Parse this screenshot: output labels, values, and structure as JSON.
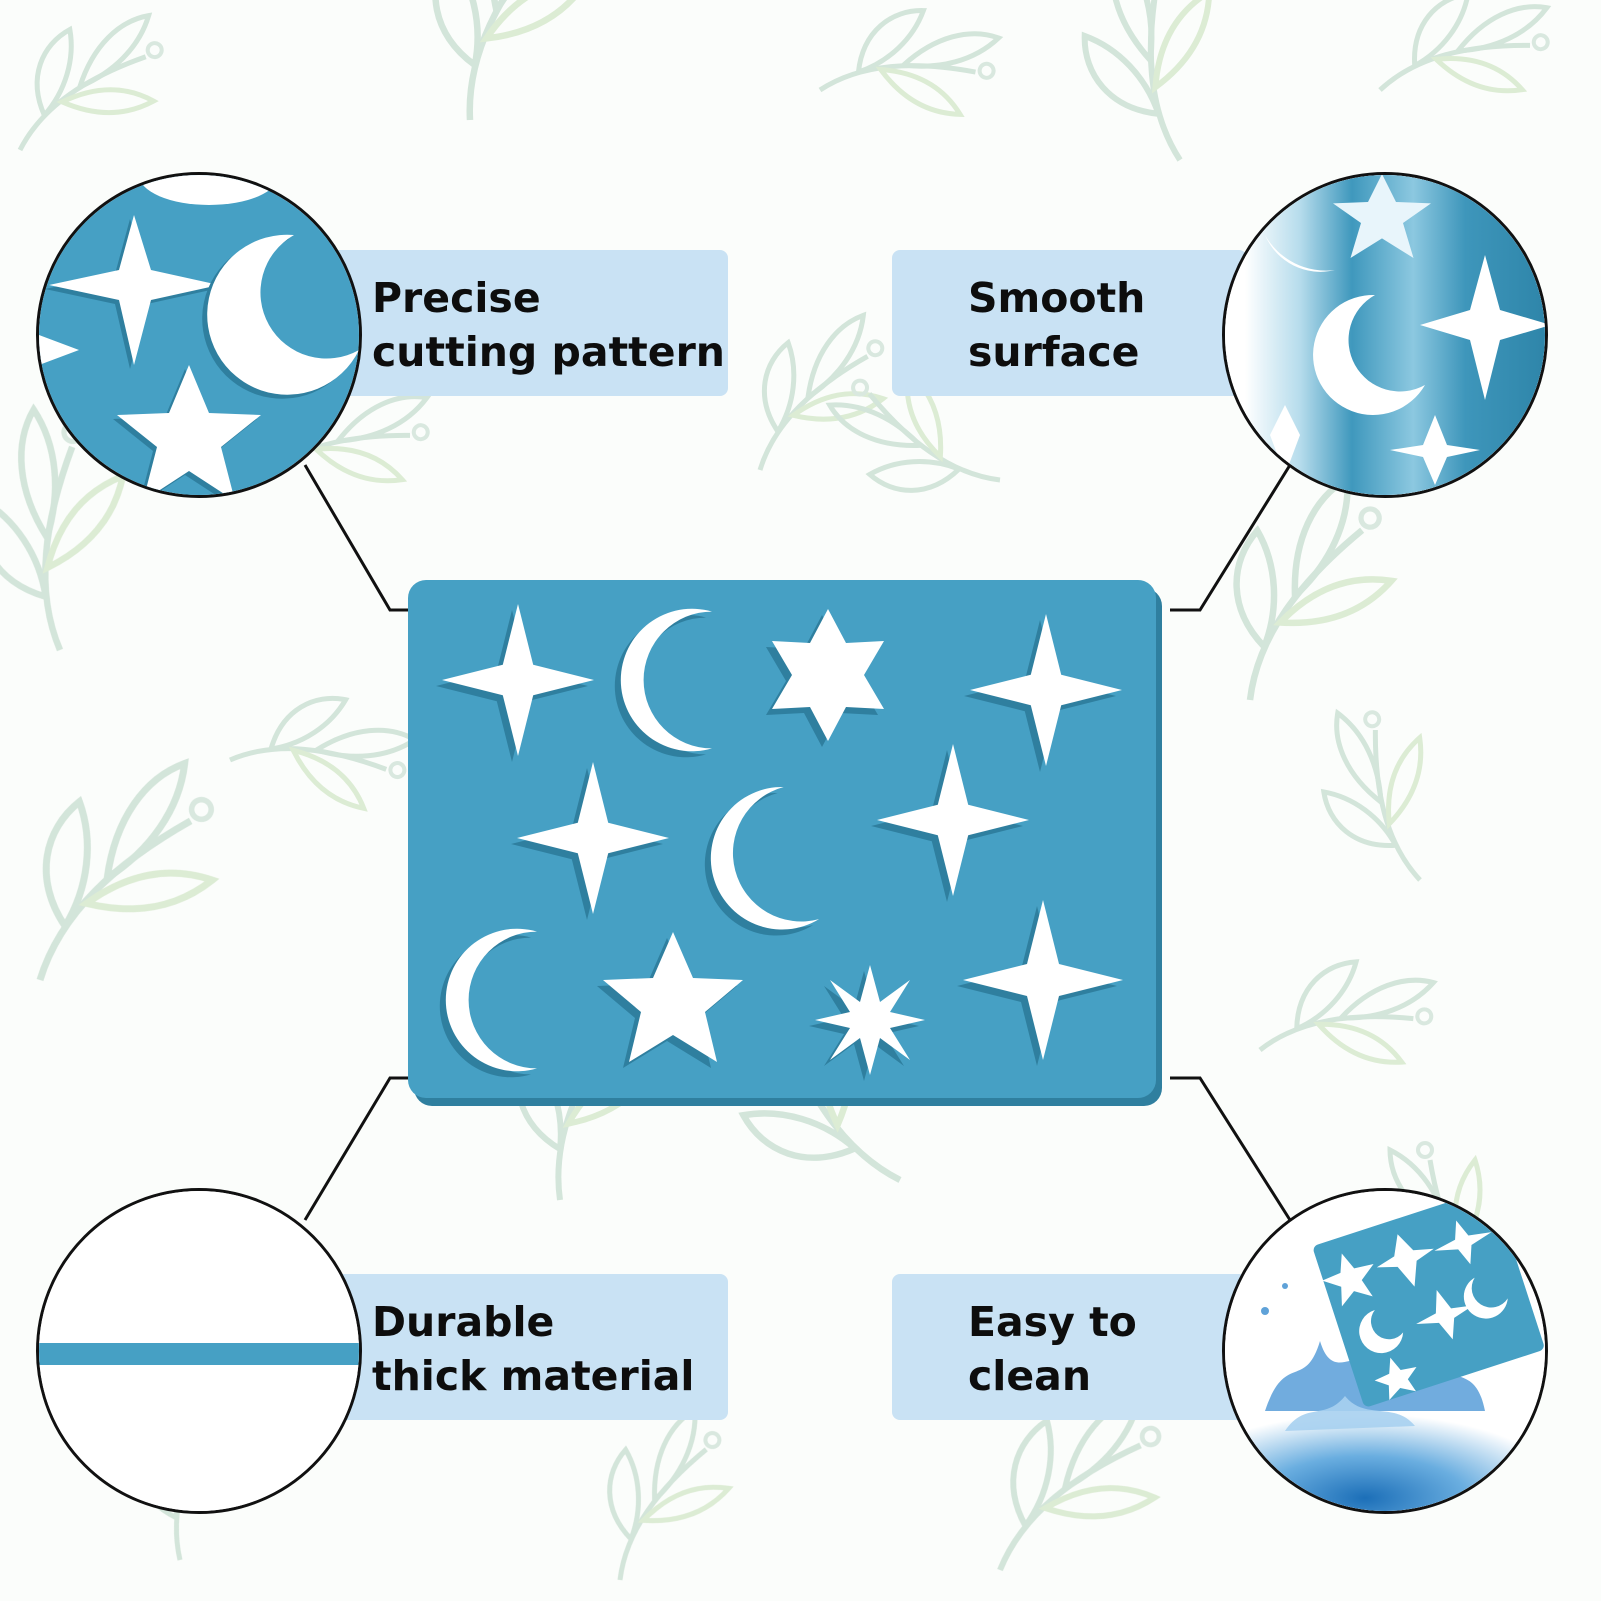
{
  "colors": {
    "stencil": "#46a0c4",
    "stencil_shadow": "#2f7f9f",
    "label_bg": "#c9e2f4",
    "leaf_pattern": "#cfe2d6",
    "text": "#0d0d0d",
    "outline": "#111111"
  },
  "features": {
    "top_left": {
      "label": "Precise\ncutting pattern",
      "icon": "stencil-closeup-icon"
    },
    "top_right": {
      "label": "Smooth\nsurface",
      "icon": "glossy-surface-icon"
    },
    "bottom_left": {
      "label": "Durable\nthick material",
      "icon": "thickness-cross-section-icon"
    },
    "bottom_right": {
      "label": "Easy to\nclean",
      "icon": "water-splash-icon"
    }
  },
  "stencil": {
    "shapes": [
      "sparkle",
      "moon",
      "six-point-star",
      "sparkle",
      "sparkle",
      "moon",
      "sparkle",
      "moon",
      "star",
      "burst",
      "sparkle"
    ]
  }
}
